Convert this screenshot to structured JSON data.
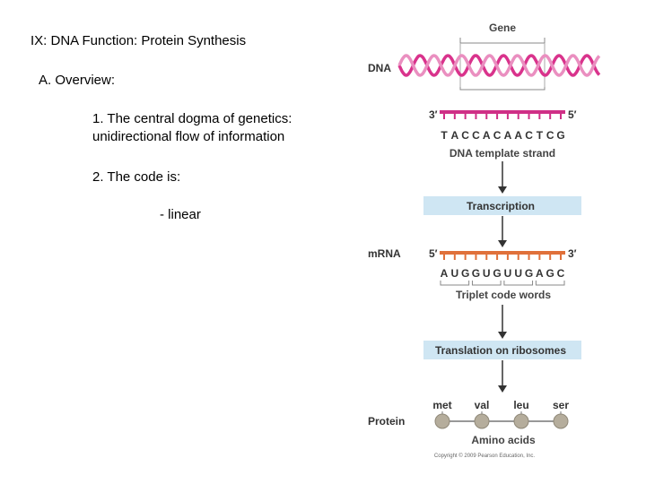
{
  "slide": {
    "title": "IX: DNA Function: Protein Synthesis",
    "section": "A. Overview:",
    "point1_line1": "1. The central dogma of genetics:",
    "point1_line2": "unidirectional flow of information",
    "point2": "2. The code is:",
    "point2_sub": "- linear"
  },
  "figure": {
    "gene_label": "Gene",
    "dna_label": "DNA",
    "strand_3prime": "3′",
    "strand_5prime": "5′",
    "template_sequence": "TACCACAACTCG",
    "template_caption": "DNA template strand",
    "transcription_label": "Transcription",
    "mrna_label": "mRNA",
    "mrna_5prime": "5′",
    "mrna_3prime": "3′",
    "mrna_sequence": "AUGGUGUUGAGC",
    "triplet_caption": "Triplet code words",
    "translation_label": "Translation on ribosomes",
    "protein_label": "Protein",
    "amino_acids": [
      "met",
      "val",
      "leu",
      "ser"
    ],
    "amino_caption": "Amino acids",
    "copyright": "Copyright © 2009 Pearson Education, Inc.",
    "colors": {
      "helix": "#d9338c",
      "template": "#cf2f86",
      "mrna": "#e0703a",
      "box_fill": "#cfe6f3",
      "arrow": "#333333",
      "bracket": "#888888",
      "bead": "#b5ad9c"
    }
  }
}
